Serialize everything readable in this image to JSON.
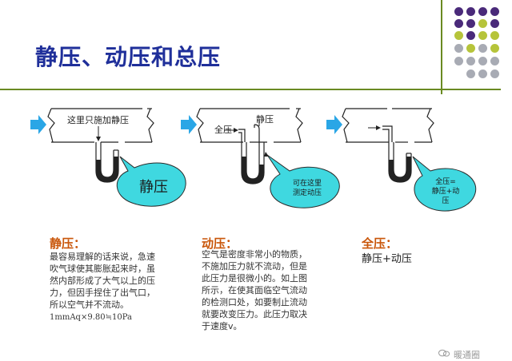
{
  "title": "静压、动压和总压",
  "diagram1": {
    "label": "这里只施加静压",
    "bubble": "静压"
  },
  "diagram2": {
    "total_label": "全压",
    "static_label": "静压",
    "bubble_lines": [
      "可在这里",
      "测定动压"
    ]
  },
  "diagram3": {
    "bubble_lines": [
      "全压=",
      "静压+动",
      "压"
    ]
  },
  "sections": [
    {
      "title": "静压：",
      "lines": [
        "最容易理解的话来说，急速",
        "吹气球使其膨胀起来时，虽",
        "然内部形成了大气以上的压",
        "力，但因手捏住了出气口，",
        "所以空气并不流动。"
      ],
      "formula": "1mmAq×9.80≒10Pa"
    },
    {
      "title": "动压：",
      "lines": [
        "空气是密度非常小的物质，",
        "不施加压力就不流动，但是",
        "此压力是很微小的。如上图",
        "所示，在使其面临空气流动",
        "的检测口处，如要制止流动",
        "就要改变压力。此压力取决",
        "于速度v。"
      ]
    },
    {
      "title": "全压：",
      "lines": [
        "静压+动压"
      ]
    }
  ],
  "watermark": "暖通圈",
  "colors": {
    "title": "#1f2f9a",
    "section_title": "#c9560a",
    "bubble_fill": "#3fd8e0",
    "arrow_blue": "#2aa6e6",
    "accent_green": "#6a8a22",
    "dot_purple": "#4a2a7a",
    "dot_green": "#b6c43a",
    "dot_gray": "#a8abb4"
  }
}
